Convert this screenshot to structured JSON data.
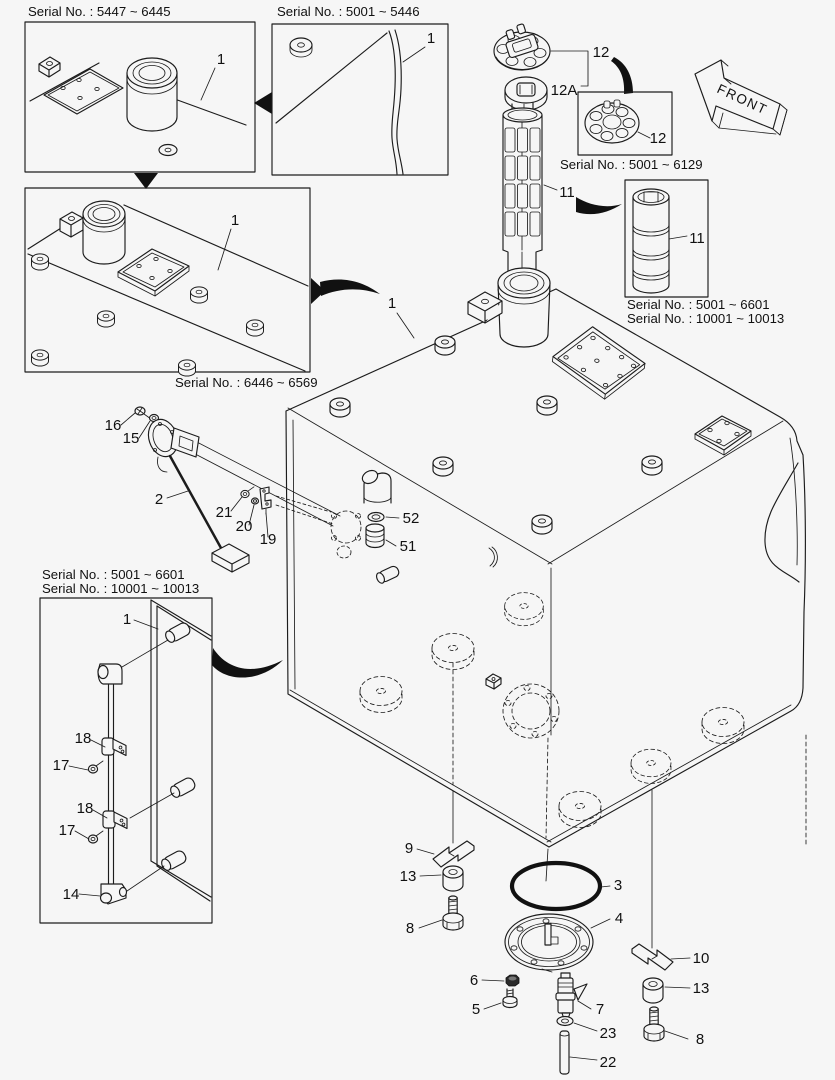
{
  "diagram": {
    "title": "fuel-tank-exploded-parts-diagram",
    "front_label": "FRONT",
    "serials": {
      "box1": "Serial No. : 5447 ~ 6445",
      "box2": "Serial No. : 5001 ~ 5446",
      "box3": "Serial No. : 6446 ~ 6569",
      "box4_a": "Serial No. : 5001 ~ 6601",
      "box4_b": "Serial No. : 10001 ~ 10013",
      "cap_box": "Serial No. : 5001 ~ 6129",
      "strainer_box_a": "Serial No. : 5001 ~ 6601",
      "strainer_box_b": "Serial No. : 10001 ~ 10013"
    },
    "callouts": {
      "n1": "1",
      "n2": "2",
      "n3": "3",
      "n4": "4",
      "n5": "5",
      "n6": "6",
      "n7": "7",
      "n8": "8",
      "n9": "9",
      "n10": "10",
      "n11": "11",
      "n12": "12",
      "n12a": "12A",
      "n13": "13",
      "n14": "14",
      "n15": "15",
      "n16": "16",
      "n17": "17",
      "n18": "18",
      "n19": "19",
      "n20": "20",
      "n21": "21",
      "n22": "22",
      "n23": "23",
      "n51": "51",
      "n52": "52"
    },
    "colors": {
      "line": "#1c1c1c",
      "background": "#f6f6f6"
    }
  }
}
